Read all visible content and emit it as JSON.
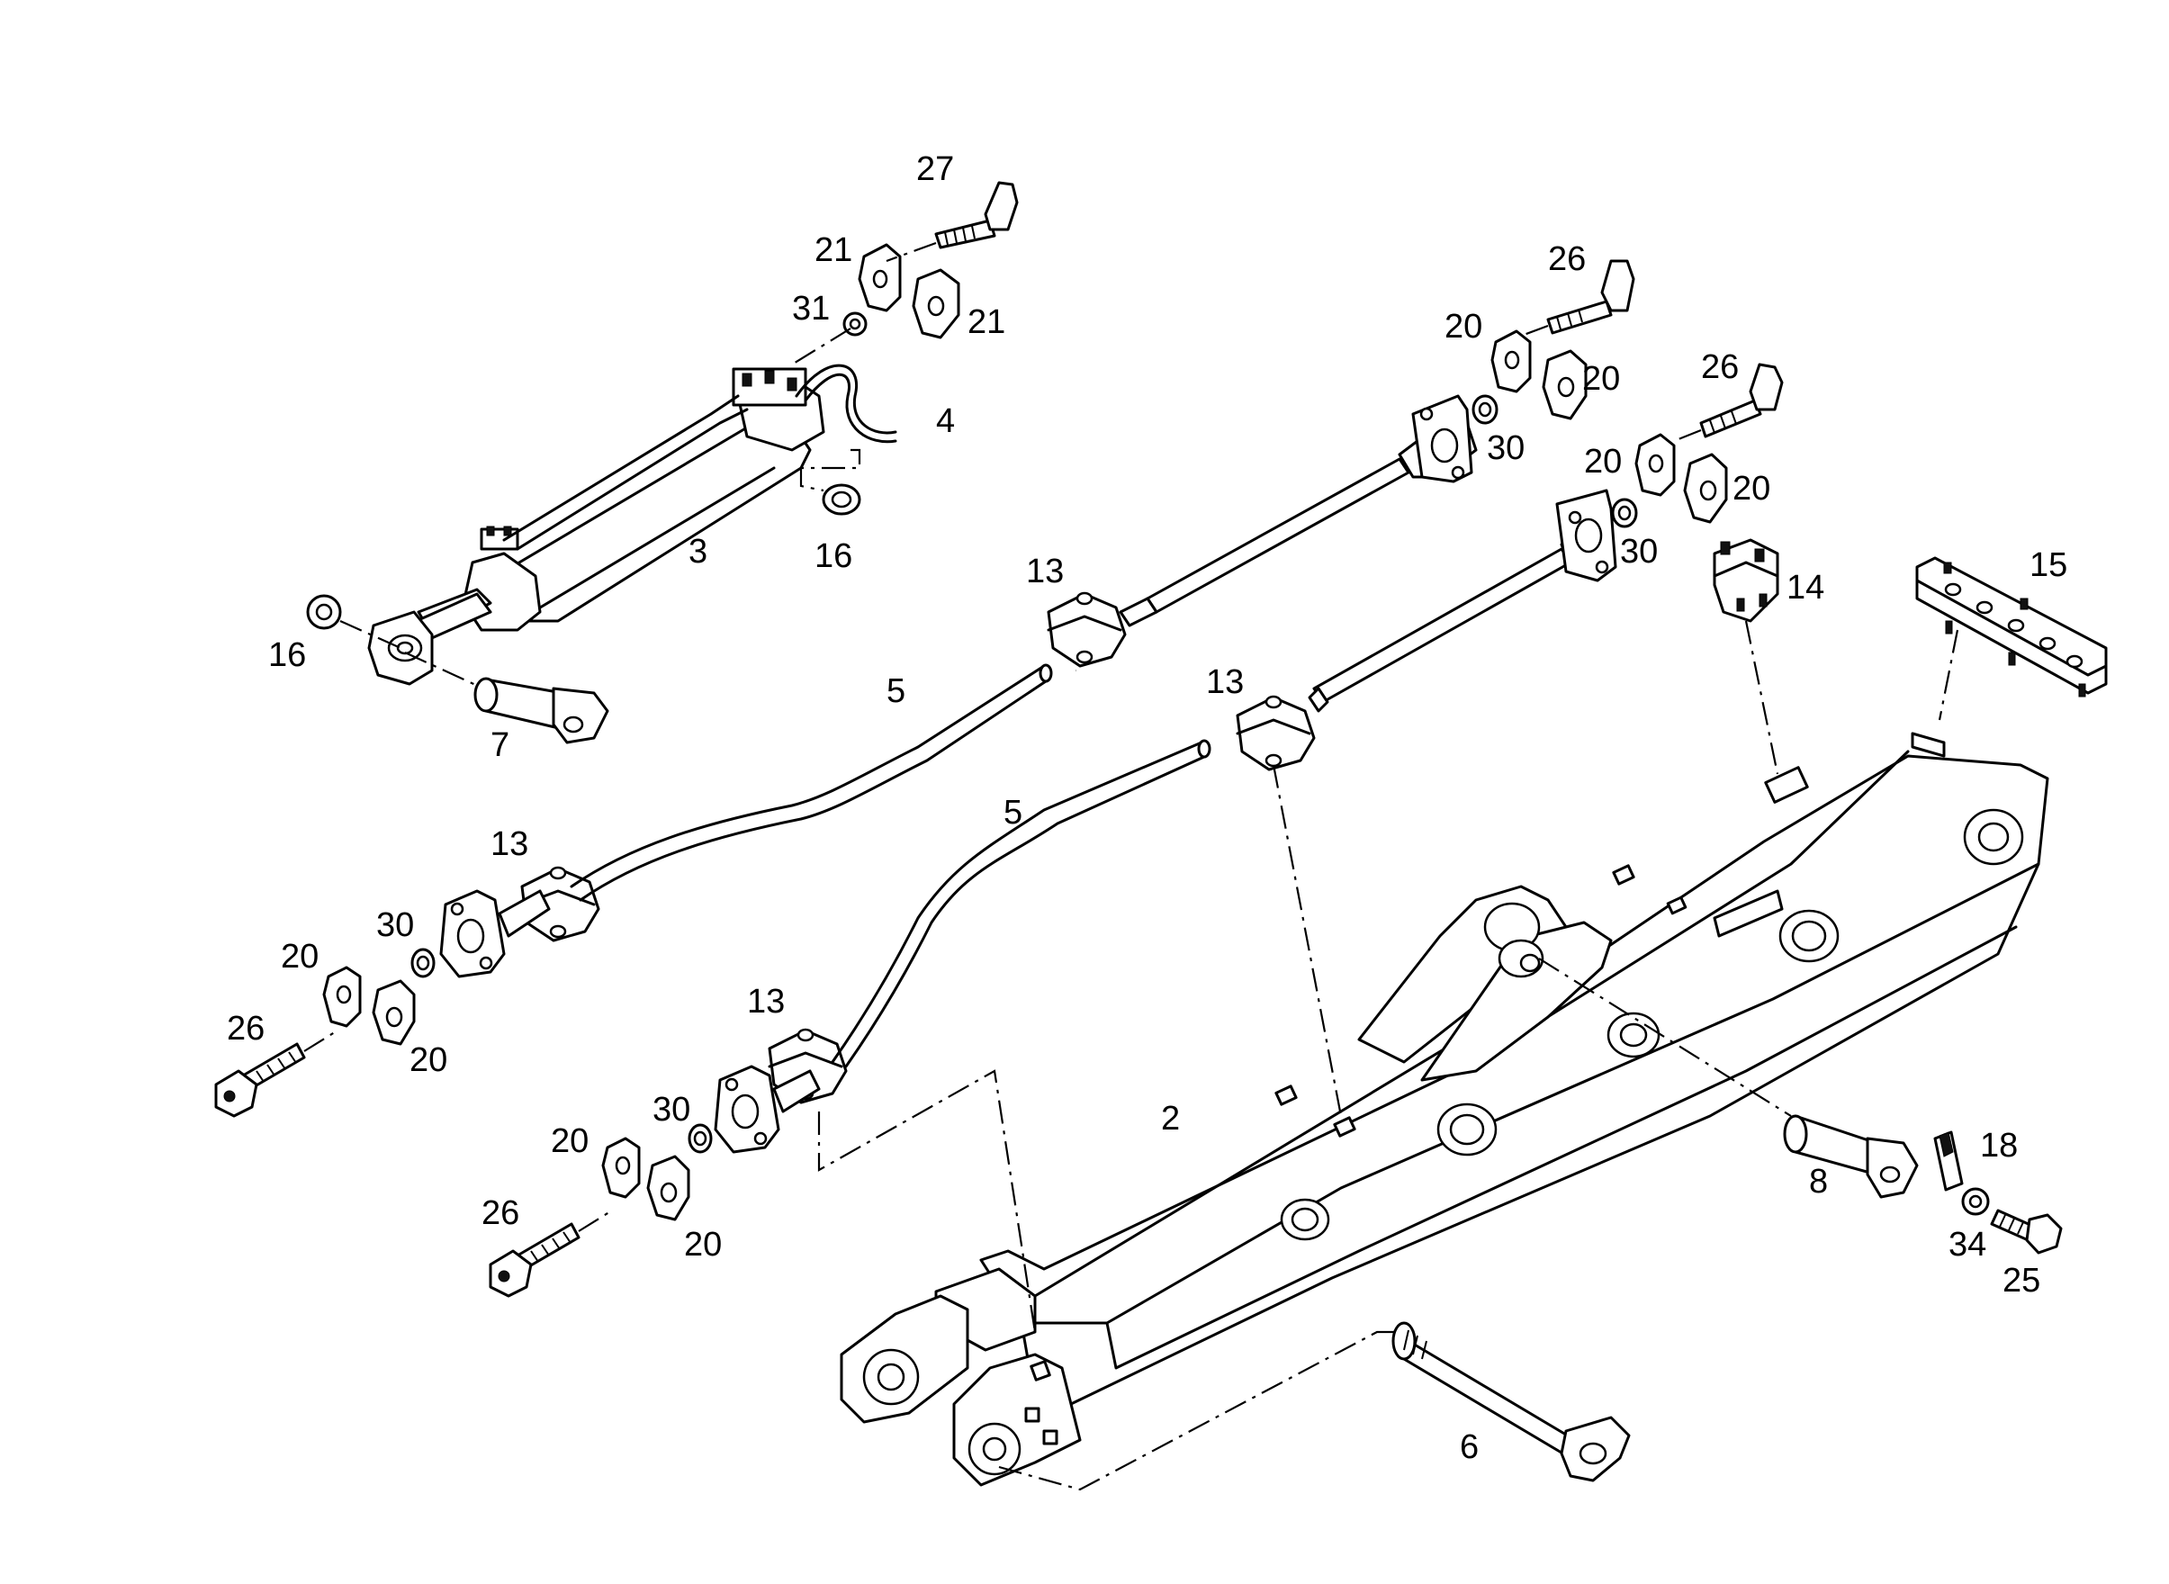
{
  "callouts": {
    "c27": "27",
    "c21a": "21",
    "c31": "31",
    "c21b": "21",
    "c4": "4",
    "c3": "3",
    "c16a": "16",
    "c16b": "16",
    "c7": "7",
    "c26a": "26",
    "c20a": "20",
    "c20b": "20",
    "c30a": "30",
    "c26b": "26",
    "c20c": "20",
    "c20d": "20",
    "c30b": "30",
    "c14": "14",
    "c15": "15",
    "c13a": "13",
    "c13b": "13",
    "c13c": "13",
    "c13d": "13",
    "c5a": "5",
    "c5b": "5",
    "c30c": "30",
    "c20e": "20",
    "c20f": "20",
    "c26c": "26",
    "c30d": "30",
    "c20g": "20",
    "c20h": "20",
    "c26d": "26",
    "c2": "2",
    "c8": "8",
    "c18": "18",
    "c34": "34",
    "c25": "25",
    "c6": "6"
  }
}
